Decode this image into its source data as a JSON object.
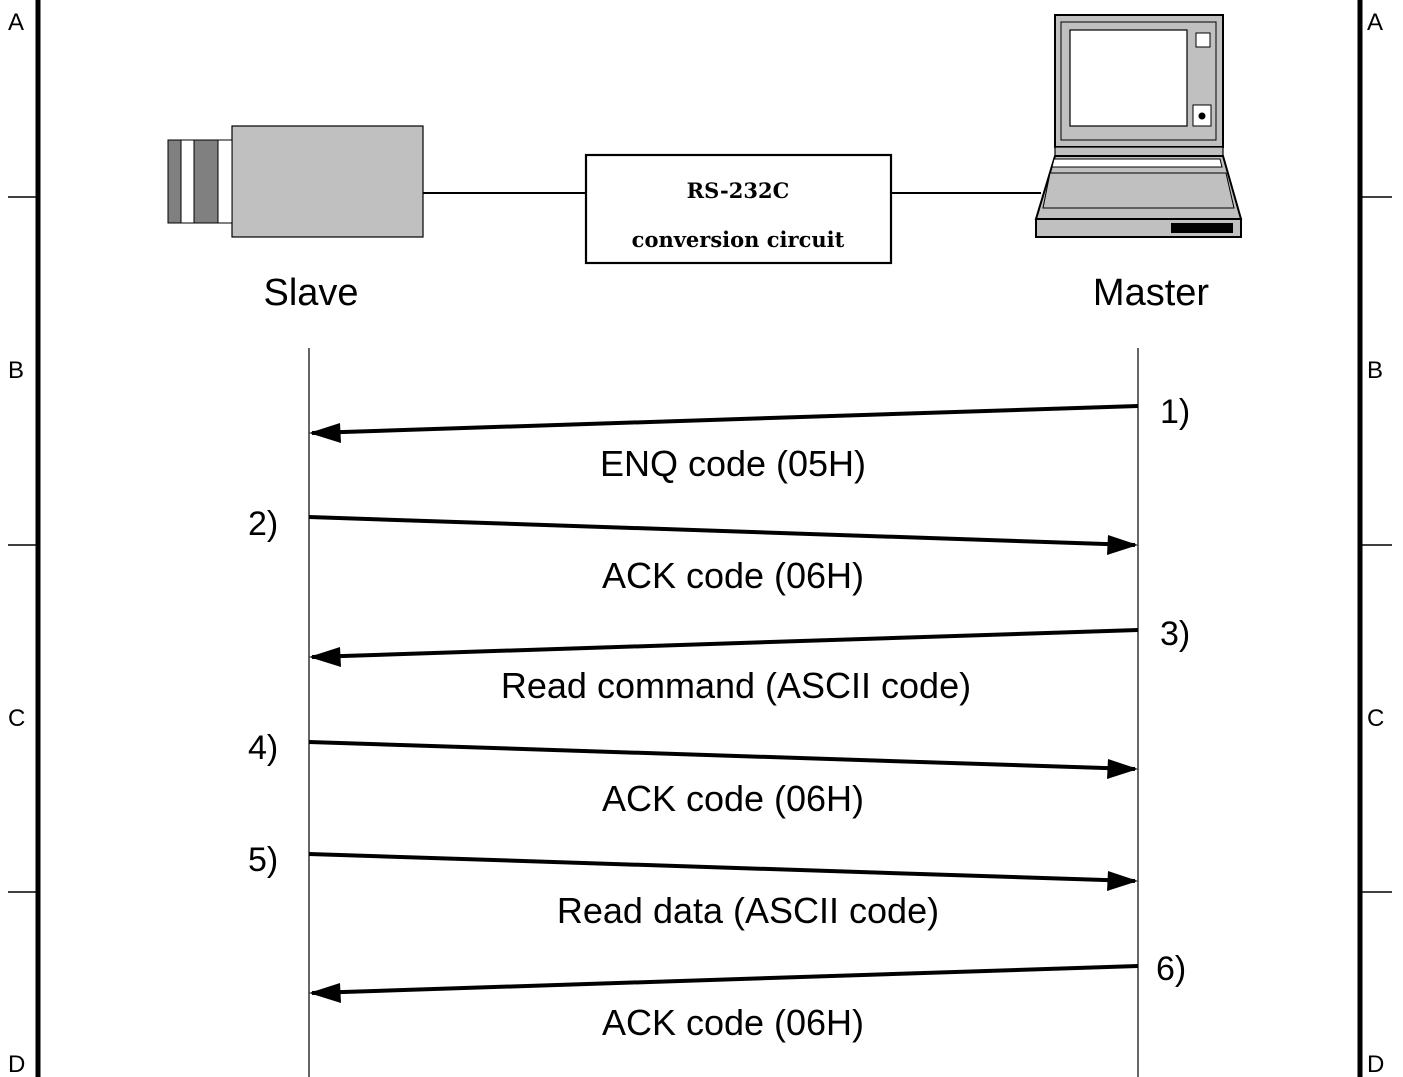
{
  "frame": {
    "zones": [
      "A",
      "B",
      "C",
      "D"
    ]
  },
  "devices": {
    "slave": {
      "label": "Slave",
      "icon": "sensor-camera-icon"
    },
    "master": {
      "label": "Master",
      "icon": "computer-terminal-icon"
    },
    "converter": {
      "line1": "RS-232C",
      "line2": "conversion circuit"
    }
  },
  "messages": [
    {
      "step": "1)",
      "label": "ENQ code (05H)",
      "direction": "master-to-slave"
    },
    {
      "step": "2)",
      "label": "ACK code (06H)",
      "direction": "slave-to-master"
    },
    {
      "step": "3)",
      "label": "Read command (ASCII code)",
      "direction": "master-to-slave"
    },
    {
      "step": "4)",
      "label": "ACK code (06H)",
      "direction": "slave-to-master"
    },
    {
      "step": "5)",
      "label": "Read data (ASCII code)",
      "direction": "slave-to-master"
    },
    {
      "step": "6)",
      "label": "ACK code (06H)",
      "direction": "master-to-slave"
    }
  ],
  "colors": {
    "line": "#000000",
    "device_fill": "#c0c0c0",
    "device_dark": "#808080",
    "screen": "#ffffff"
  }
}
